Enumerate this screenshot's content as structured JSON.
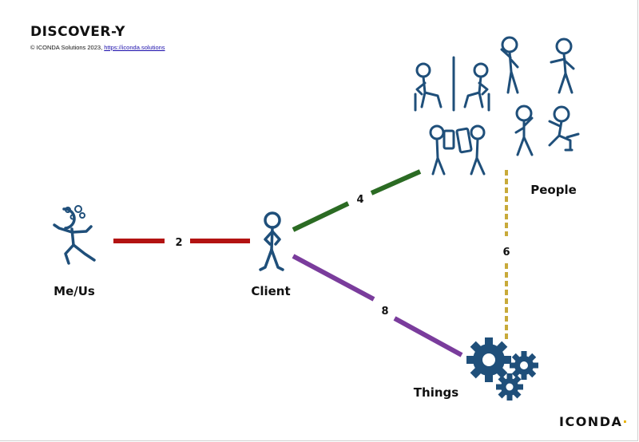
{
  "header": {
    "title": "DISCOVER-Y",
    "copyright": "© ICONDA Solutions 2023,",
    "link_text": "https://iconda.solutions"
  },
  "nodes": {
    "me": "Me/Us",
    "client": "Client",
    "people": "People",
    "things": "Things"
  },
  "edges": {
    "me_client": "2",
    "client_people": "4",
    "people_things": "6",
    "client_things": "8"
  },
  "brand": {
    "main": "ICONDA",
    "accent_mark": "·"
  },
  "colors": {
    "figure": "#1f4f7a",
    "edge_me_client": "#b31312",
    "edge_client_people": "#2b6b23",
    "edge_people_things": "#c8aa3a",
    "edge_client_things": "#7a3c9c",
    "gears": "#1f4f7a",
    "brand_accent": "#e8b100"
  },
  "icons": [
    "thinking-person-icon",
    "standing-person-icon",
    "phone-call-people-icon",
    "people-group-icon",
    "gears-icon"
  ]
}
